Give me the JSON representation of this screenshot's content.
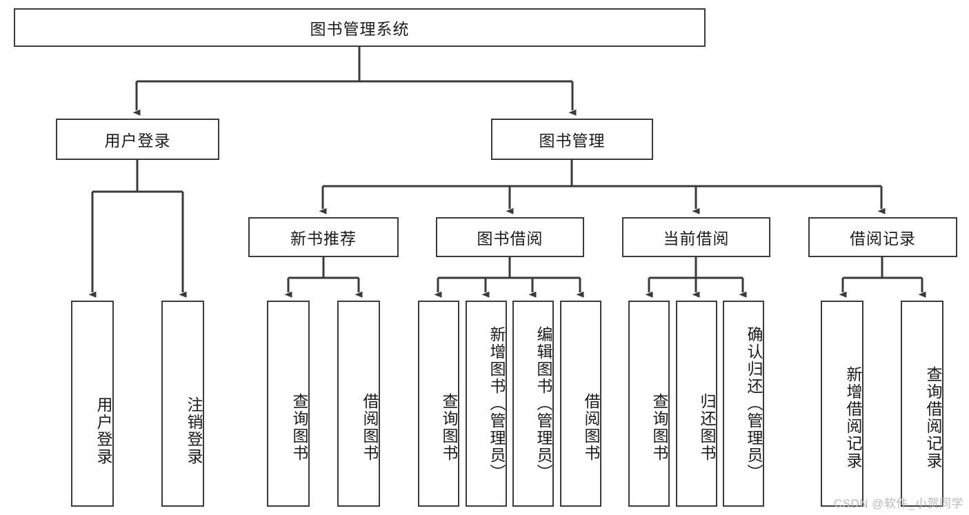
{
  "diagram": {
    "type": "tree-hierarchy",
    "title": "图书管理系统",
    "root": {
      "id": "root",
      "label": "图书管理系统"
    },
    "level1": [
      {
        "id": "user-login",
        "label": "用户登录"
      },
      {
        "id": "book-management",
        "label": "图书管理"
      }
    ],
    "level2": [
      {
        "id": "new-book-recommend",
        "label": "新书推荐",
        "parent": "book-management"
      },
      {
        "id": "book-borrow",
        "label": "图书借阅",
        "parent": "book-management"
      },
      {
        "id": "current-borrow",
        "label": "当前借阅",
        "parent": "book-management"
      },
      {
        "id": "borrow-record",
        "label": "借阅记录",
        "parent": "book-management"
      }
    ],
    "leaves": {
      "user-login": [
        {
          "id": "leaf-user-login",
          "label": "用户登录"
        },
        {
          "id": "leaf-user-logout",
          "label": "注销登录"
        }
      ],
      "new-book-recommend": [
        {
          "id": "leaf-query-book-1",
          "label": "查询图书"
        },
        {
          "id": "leaf-borrow-book-1",
          "label": "借阅图书"
        }
      ],
      "book-borrow": [
        {
          "id": "leaf-query-book-2",
          "label": "查询图书"
        },
        {
          "id": "leaf-add-book",
          "label": "新增图书（管理员）"
        },
        {
          "id": "leaf-edit-book",
          "label": "编辑图书（管理员）"
        },
        {
          "id": "leaf-borrow-book-2",
          "label": "借阅图书"
        }
      ],
      "current-borrow": [
        {
          "id": "leaf-query-book-3",
          "label": "查询图书"
        },
        {
          "id": "leaf-return-book",
          "label": "归还图书"
        },
        {
          "id": "leaf-confirm-return",
          "label": "确认归还（管理员）"
        }
      ],
      "borrow-record": [
        {
          "id": "leaf-add-record",
          "label": "新增借阅记录"
        },
        {
          "id": "leaf-query-record",
          "label": "查询借阅记录"
        }
      ]
    },
    "colors": {
      "stroke": "#3a3a3a",
      "fill": "#ffffff",
      "text": "#1a1a1a",
      "watermark": "#b9b9b9"
    }
  },
  "watermark": {
    "text": "CSDN @软件_小贺同学"
  }
}
